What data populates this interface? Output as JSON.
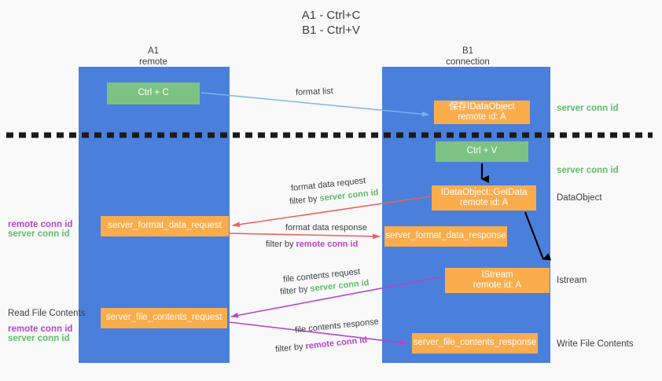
{
  "title": {
    "line1": "A1 - Ctrl+C",
    "line2": "B1 - Ctrl+V"
  },
  "columns": [
    {
      "name": "A1",
      "sub": "remote"
    },
    {
      "name": "B1",
      "sub": "connection"
    }
  ],
  "boxes": {
    "ctrl_c": "Ctrl + C",
    "ctrl_v": "Ctrl + V",
    "save_idataobject_line1": "保存IDataObject",
    "save_idataobject_line2": "remote id: A",
    "getdata_line1": "IDataObject::GetData",
    "getdata_line2": "remote id: A",
    "istream_line1": "IStream",
    "istream_line2": "remote id: A",
    "server_format_data_request": "server_format_data_request",
    "server_format_data_response": "server_format_data_response",
    "server_file_contents_request": "server_file_contents_request",
    "server_file_contents_response": "server_file_contents_response"
  },
  "edge_labels": {
    "format_list": "format list",
    "format_data_request": "format data request",
    "format_data_request_filter_prefix": "filter by ",
    "format_data_request_filter_value": "server conn id",
    "format_data_response": "format data response",
    "format_data_response_filter_prefix": "filter by ",
    "format_data_response_filter_value": "remote conn id",
    "file_contents_request": "file contents request",
    "file_contents_request_filter_prefix": "filter by ",
    "file_contents_request_filter_value": "server conn id",
    "file_contents_response": "file contents response",
    "file_contents_response_filter_prefix": "filter by ",
    "file_contents_response_filter_value": "remote conn id"
  },
  "annotations": {
    "server_conn_id_top": "server conn id",
    "server_conn_id_second": "server conn id",
    "dataobject": "DataObject",
    "istream": "Istream",
    "write_file_contents": "Write File Contents",
    "read_file_contents": "Read File Contents",
    "remote_conn_id_mid": "remote conn id",
    "server_conn_id_mid": "server conn id",
    "remote_conn_id_low": "remote conn id",
    "server_conn_id_low": "server conn id"
  },
  "colors": {
    "background": "#f9f9f9",
    "lane_blue": "#4a80db",
    "box_green": "#7cc383",
    "box_orange": "#fbad4c",
    "text_dark": "#3c4043",
    "accent_green": "#5fbb6b",
    "accent_purple": "#b645c9",
    "arrow_red": "#e8615f",
    "arrow_light_blue": "#7fb4ea",
    "arrow_black": "#000000",
    "divider_black": "#1a1a1a"
  }
}
